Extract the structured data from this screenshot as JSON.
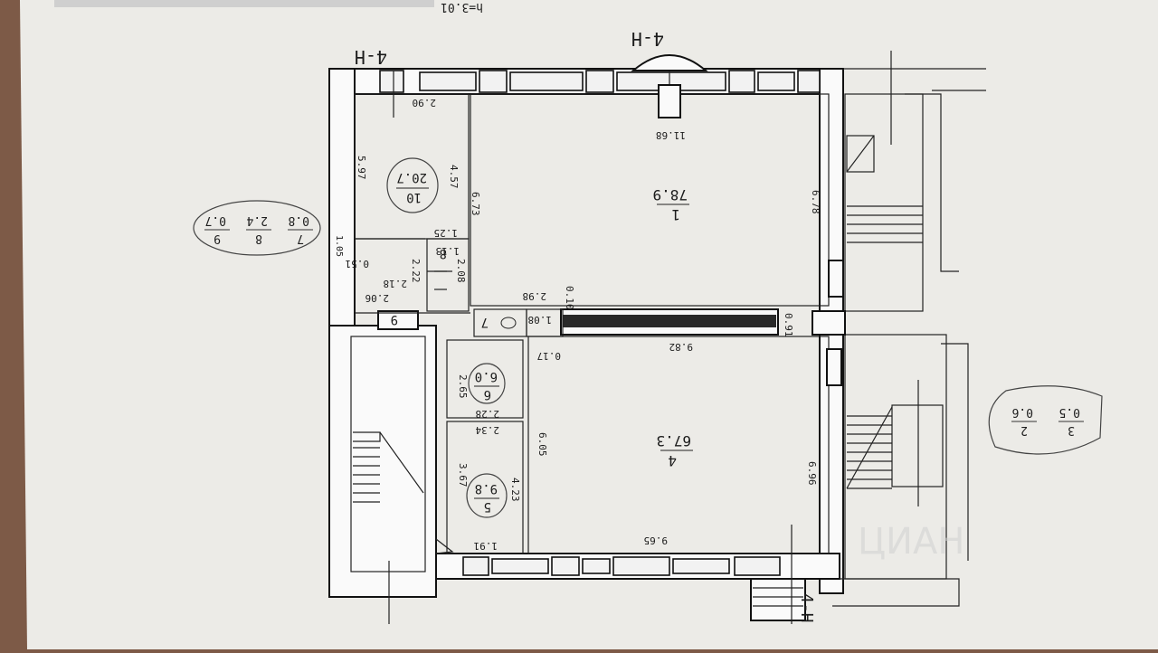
{
  "header": {
    "height_label": "h=3.01"
  },
  "section_marks": {
    "top": "4-H",
    "top_left": "4-H",
    "bottom": "4-H"
  },
  "rooms": {
    "r1": {
      "number": "1",
      "area": "78.9"
    },
    "r4": {
      "number": "4",
      "area": "67.3"
    },
    "r5": {
      "number": "5",
      "area": "9.8"
    },
    "r6": {
      "number": "6",
      "area": "6.0"
    },
    "r7": {
      "number": "7"
    },
    "r8": {
      "number": "8"
    },
    "r9": {
      "number": "9"
    },
    "r10": {
      "number": "10",
      "area": "20.7"
    }
  },
  "dims": {
    "d_2_90": "2.90",
    "d_11_68": "11.68",
    "d_5_97": "5.97",
    "d_4_57": "4.57",
    "d_6_73": "6.73",
    "d_6_78": "6.78",
    "d_1_25": "1.25",
    "d_1_13": "1.13",
    "d_0_51": "0.51",
    "d_1_05": "1.05",
    "d_2_22": "2.22",
    "d_2_08": "2.08",
    "d_2_18": "2.18",
    "d_2_06": "2.06",
    "d_2_98": "2.98",
    "d_0_10": "0.10",
    "d_1_08": "1.08",
    "d_0_91": "0.91",
    "d_0_17": "0.17",
    "d_9_82": "9.82",
    "d_2_65": "2.65",
    "d_2_28": "2.28",
    "d_2_34": "2.34",
    "d_3_67": "3.67",
    "d_4_23": "4.23",
    "d_6_05": "6.05",
    "d_6_96": "6.96",
    "d_9_65": "9.65",
    "d_1_91": "1.91"
  },
  "annotations": {
    "left_table": {
      "n1": "7",
      "v1": "0.8",
      "n2": "8",
      "v2": "2.4",
      "n3": "9",
      "v3": "0.7"
    },
    "right_table": {
      "n1": "3",
      "v1": "0.5",
      "n2": "2",
      "v2": "0.6"
    }
  },
  "watermark": {
    "text": "ЦИАН"
  }
}
